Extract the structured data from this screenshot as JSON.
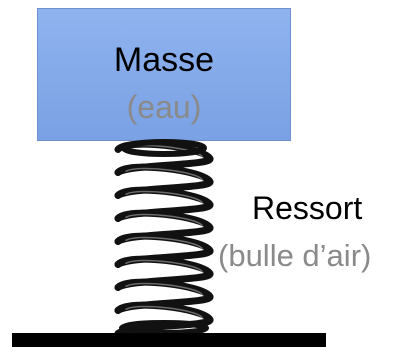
{
  "mass": {
    "label": "Masse",
    "sublabel": "(eau)",
    "fill_color": "#7ea6e8",
    "sublabel_color": "#8a8a8a"
  },
  "spring": {
    "label": "Ressort",
    "sublabel": "(bulle d’air)",
    "sublabel_color": "#8a8a8a",
    "coil_color": "#111111"
  },
  "ground": {
    "color": "#000000"
  }
}
